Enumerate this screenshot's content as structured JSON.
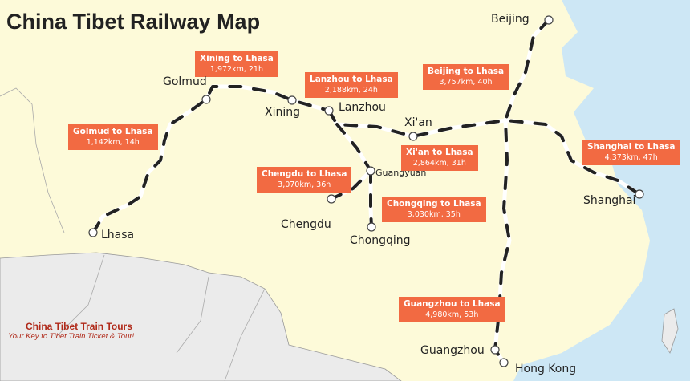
{
  "title": "China Tibet Railway Map",
  "routes": [
    {
      "name": "Xining to Lhasa",
      "info": "1,972km, 21h"
    },
    {
      "name": "Lanzhou to Lhasa",
      "info": "2,188km, 24h"
    },
    {
      "name": "Beijing to Lhasa",
      "info": "3,757km, 40h"
    },
    {
      "name": "Golmud to Lhasa",
      "info": "1,142km, 14h"
    },
    {
      "name": "Xi'an to Lhasa",
      "info": "2,864km, 31h"
    },
    {
      "name": "Chengdu to Lhasa",
      "info": "3,070km, 36h"
    },
    {
      "name": "Shanghai to Lhasa",
      "info": "4,373km, 47h"
    },
    {
      "name": "Chongqing to Lhasa",
      "info": "3,030km, 35h"
    },
    {
      "name": "Guangzhou to Lhasa",
      "info": "4,980km, 53h"
    }
  ],
  "cities": [
    "Beijing",
    "Golmud",
    "Xining",
    "Lanzhou",
    "Xi'an",
    "Guangyuan",
    "Chengdu",
    "Chongqing",
    "Lhasa",
    "Shanghai",
    "Guangzhou",
    "Hong Kong"
  ],
  "logo": {
    "name": "China Tibet Train Tours",
    "tagline": "Your Key to Tibet Train Ticket & Tour!"
  },
  "colors": {
    "land": "#fdfad9",
    "sea": "#cde7f5",
    "label": "#f26a42",
    "neighbors": "#ebebeb"
  }
}
